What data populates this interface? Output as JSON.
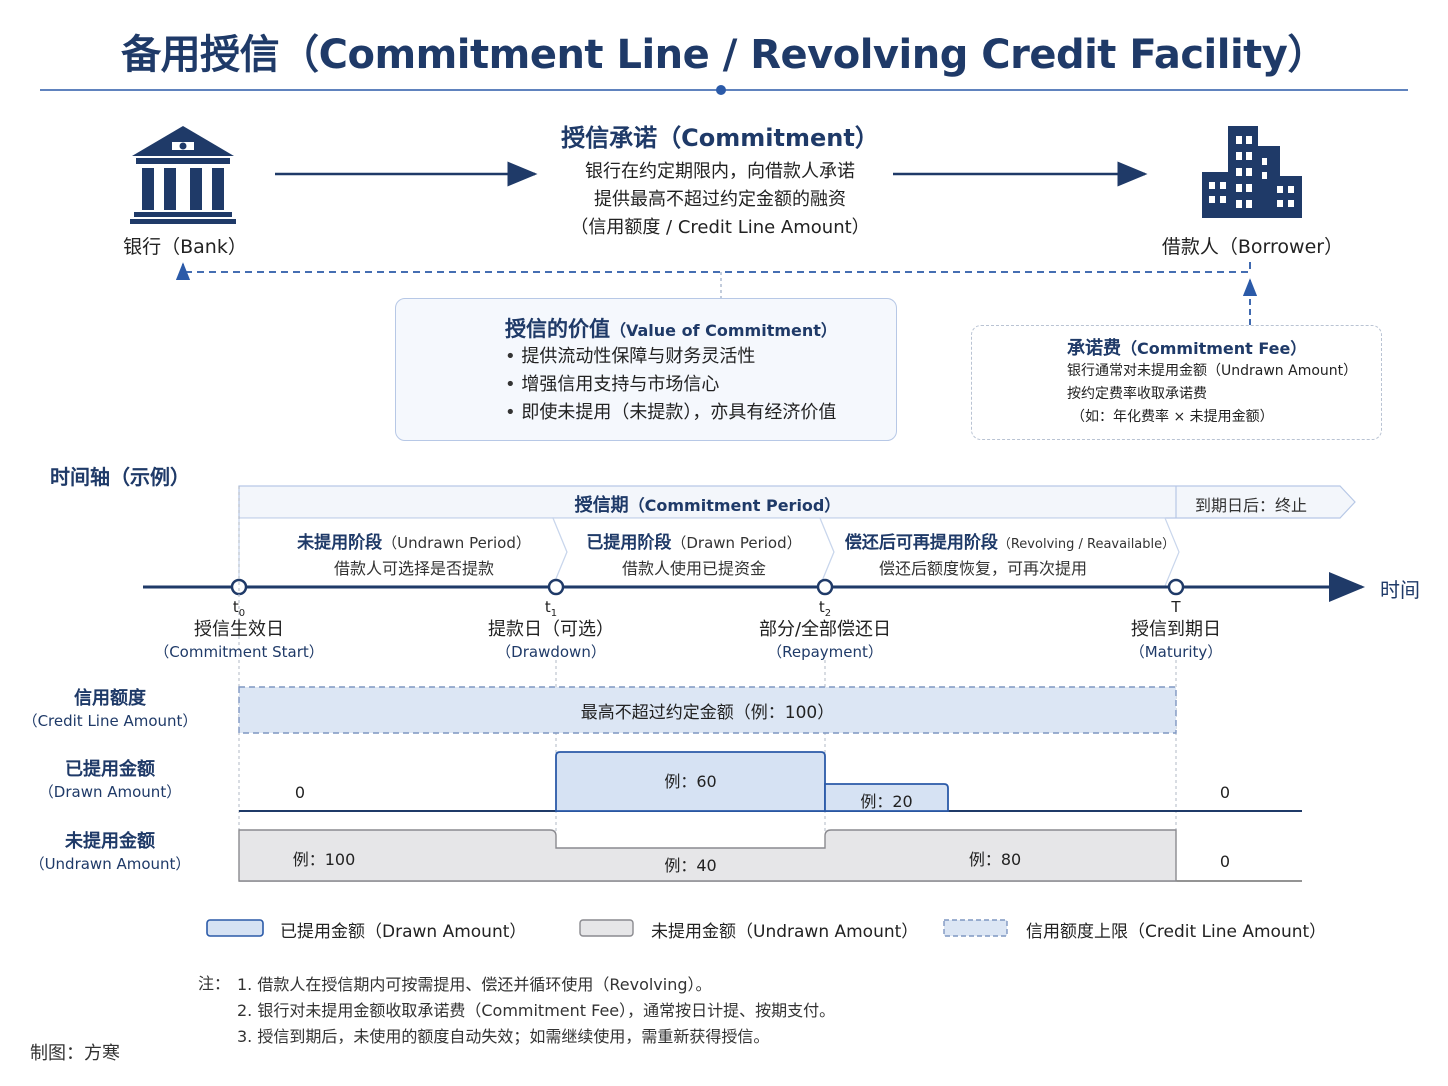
{
  "title": "备用授信（Commitment Line / Revolving Credit Facility）",
  "bank_label": "银行（Bank）",
  "borrower_label": "借款人（Borrower）",
  "commitment": {
    "title": "授信承诺（Commitment）",
    "lines": [
      "银行在约定期限内，向借款人承诺",
      "提供最高不超过约定金额的融资",
      "（信用额度 / Credit Line Amount）"
    ]
  },
  "value_box": {
    "title_zh": "授信的价值",
    "title_en": "（Value of Commitment）",
    "items": [
      "提供流动性保障与财务灵活性",
      "增强信用支持与市场信心",
      "即使未提用（未提款），亦具有经济价值"
    ]
  },
  "fee_box": {
    "title_zh": "承诺费",
    "title_en": "（Commitment Fee）",
    "lines": [
      "银行通常对未提用金额（Undrawn Amount）",
      "按约定费率收取承诺费",
      "（如：年化费率 × 未提用金额）"
    ]
  },
  "timeline": {
    "heading": "时间轴（示例）",
    "axis_label": "时间",
    "period": {
      "zh": "授信期",
      "en": "（Commitment Period）"
    },
    "after": "到期日后：终止",
    "phases": [
      {
        "zh": "未提用阶段",
        "en": "（Undrawn Period）",
        "desc": "借款人可选择是否提款"
      },
      {
        "zh": "已提用阶段",
        "en": "（Drawn Period）",
        "desc": "借款人使用已提资金"
      },
      {
        "zh": "偿还后可再提用阶段",
        "en": "（Revolving / Reavailable）",
        "desc": "偿还后额度恢复，可再次提用"
      }
    ],
    "points": [
      {
        "tick": "t",
        "sub": "0",
        "zh": "授信生效日",
        "en": "（Commitment Start）"
      },
      {
        "tick": "t",
        "sub": "1",
        "zh": "提款日（可选）",
        "en": "（Drawdown）"
      },
      {
        "tick": "t",
        "sub": "2",
        "zh": "部分/全部偿还日",
        "en": "（Repayment）"
      },
      {
        "tick": "T",
        "sub": "",
        "zh": "授信到期日",
        "en": "（Maturity）"
      }
    ]
  },
  "rows": {
    "credit": {
      "zh": "信用额度",
      "en": "（Credit Line Amount）",
      "text": "最高不超过约定金额（例：100）"
    },
    "drawn": {
      "zh": "已提用金额",
      "en": "（Drawn Amount）",
      "start": "0",
      "v1": "例：60",
      "v2": "例：20",
      "end": "0"
    },
    "undrawn": {
      "zh": "未提用金额",
      "en": "（Undrawn Amount）",
      "v0": "例：100",
      "v1": "例：40",
      "v2": "例：80",
      "end": "0"
    }
  },
  "legend": [
    {
      "label": "已提用金额（Drawn Amount）"
    },
    {
      "label": "未提用金额（Undrawn Amount）"
    },
    {
      "label": "信用额度上限（Credit Line Amount）"
    }
  ],
  "notes": {
    "prefix": "注：",
    "items": [
      "1.  借款人在授信期内可按需提用、偿还并循环使用（Revolving）。",
      "2.  银行对未提用金额收取承诺费（Commitment Fee），通常按日计提、按期支付。",
      "3.  授信到期后，未使用的额度自动失效；如需继续使用，需重新获得授信。"
    ]
  },
  "author": "制图：方寒",
  "colors": {
    "navy": "#1f3a68",
    "accent": "#2b5aa8",
    "drawn_fill": "#d6e2f3",
    "undrawn_fill": "#e6e6e8"
  }
}
